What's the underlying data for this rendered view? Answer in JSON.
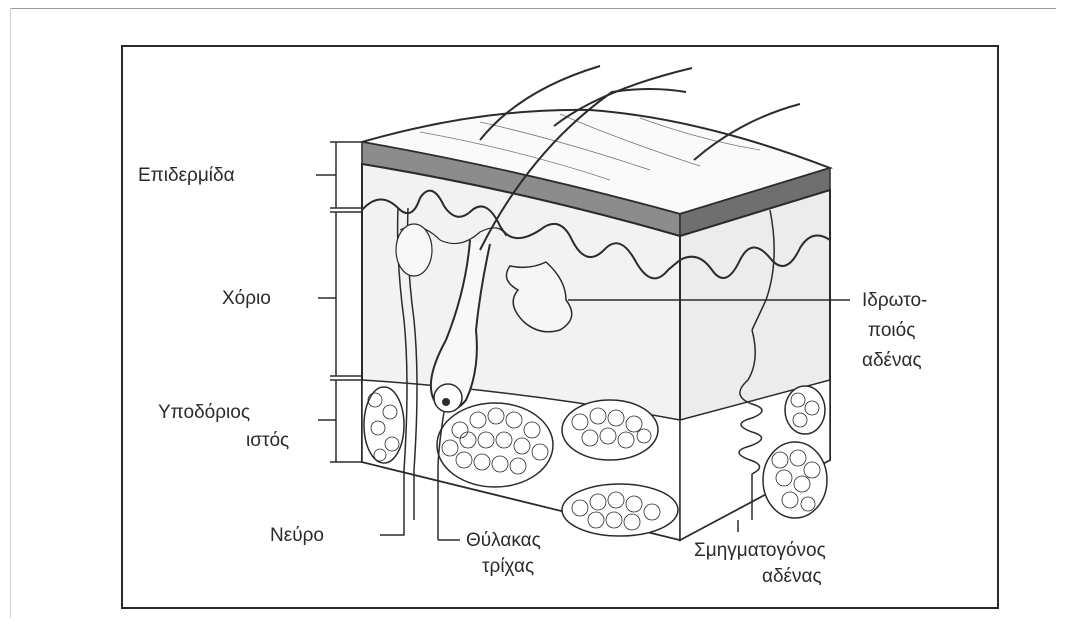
{
  "labels": {
    "epidermis": "Επιδερμίδα",
    "dermis": "Χόριο",
    "hypodermis_line1": "Υποδόριος",
    "hypodermis_line2": "ιστός",
    "sweat_gland_line1": "Ιδρωτο-",
    "sweat_gland_line2": "ποιός",
    "sweat_gland_line3": "αδένας",
    "nerve": "Νεύρο",
    "follicle_line1": "Θύλακας",
    "follicle_line2": "τρίχας",
    "sebaceous_line1": "Σμηγματογόνος",
    "sebaceous_line2": "αδένας"
  },
  "colors": {
    "ink": "#2b2b2b",
    "epidermis_band": "#8c8c8c",
    "dermis_fill": "#f2f2f2",
    "fat_fill": "#ffffff"
  }
}
